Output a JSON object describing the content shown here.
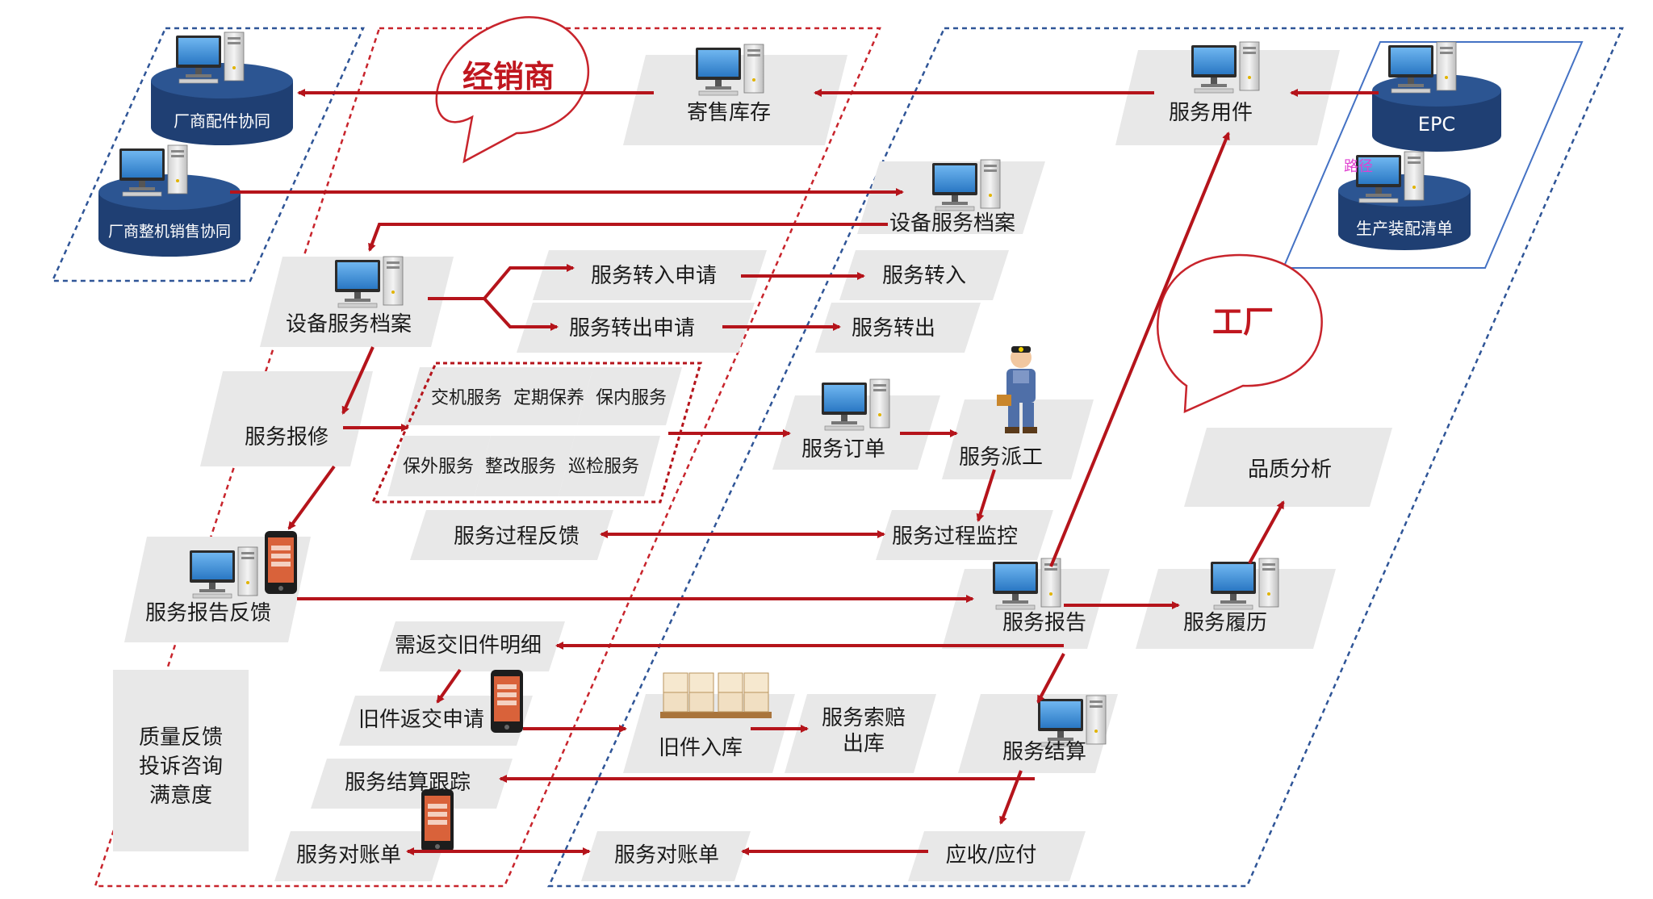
{
  "bubbles": {
    "dealer": "经销商",
    "factory": "工厂"
  },
  "nodes": {
    "consign_stock": "寄售库存",
    "service_parts": "服务用件",
    "epc": "EPC",
    "prod_bom": "生产装配清单",
    "path_label": "路径",
    "mfr_parts_collab": "厂商配件协同",
    "mfr_vehicle_collab": "厂商整机销售协同",
    "equip_file_top": "设备服务档案",
    "equip_file_left": "设备服务档案",
    "transfer_in_req": "服务转入申请",
    "transfer_in": "服务转入",
    "transfer_out_req": "服务转出申请",
    "transfer_out": "服务转出",
    "service_repair": "服务报修",
    "svc_handover": "交机服务",
    "svc_periodic": "定期保养",
    "svc_warranty_in": "保内服务",
    "svc_warranty_out": "保外服务",
    "svc_rectify": "整改服务",
    "svc_inspect": "巡检服务",
    "service_order": "服务订单",
    "dispatch": "服务派工",
    "quality_analysis": "品质分析",
    "process_feedback": "服务过程反馈",
    "process_monitor": "服务过程监控",
    "report_feedback": "服务报告反馈",
    "service_report": "服务报告",
    "service_history": "服务履历",
    "return_detail": "需返交旧件明细",
    "return_apply": "旧件返交申请",
    "old_parts_in": "旧件入库",
    "claim_out_1": "服务索赔",
    "claim_out_2": "出库",
    "settlement": "服务结算",
    "settle_track": "服务结算跟踪",
    "stmt_left": "服务对账单",
    "stmt_mid": "服务对账单",
    "receivable": "应收/应付",
    "qfb_1": "质量反馈",
    "qfb_2": "投诉咨询",
    "qfb_3": "满意度"
  },
  "colors": {
    "arrow": "#b5141b",
    "dealer_border": "#c8242c",
    "factory_border": "#2f5597",
    "label_bg": "#e8e8e8",
    "disk": "#1f3f73",
    "monitor": "#3b8fd6",
    "highlight_box": "#4472c4",
    "path_label": "#e040d0"
  },
  "icons": [
    "computer-icon",
    "server-icon",
    "smartphone-icon",
    "worker-icon",
    "pallet-boxes-icon",
    "speech-bubble-icon"
  ]
}
